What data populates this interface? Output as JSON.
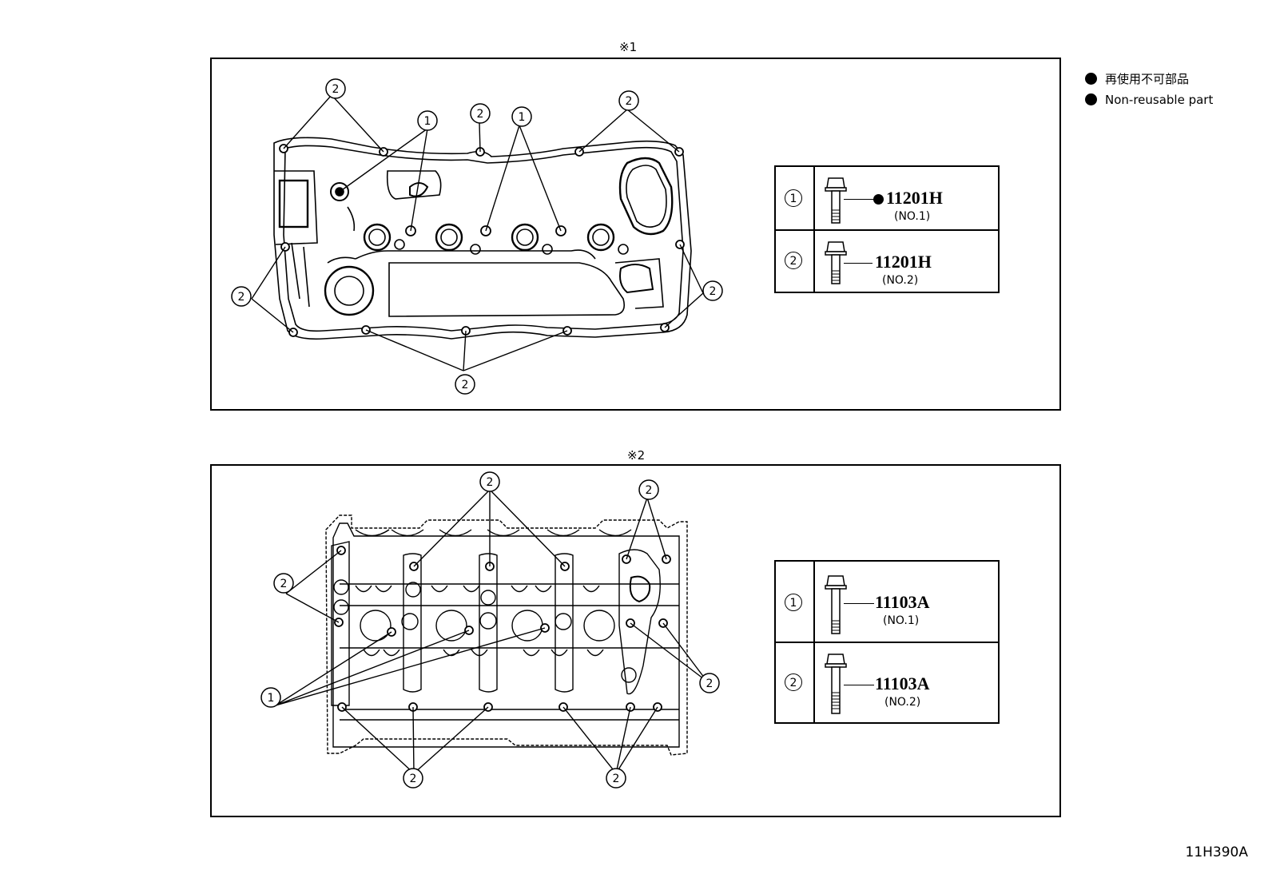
{
  "legend": {
    "items": [
      {
        "label": "再使用不可部品"
      },
      {
        "label": "Non-reusable part"
      }
    ]
  },
  "panels": [
    {
      "title": "※1",
      "parts": [
        {
          "index": "1",
          "part_no": "11201H",
          "sub": "(NO.1)",
          "non_reusable": true
        },
        {
          "index": "2",
          "part_no": "11201H",
          "sub": "(NO.2)",
          "non_reusable": false
        }
      ]
    },
    {
      "title": "※2",
      "parts": [
        {
          "index": "1",
          "part_no": "11103A",
          "sub": "(NO.1)",
          "non_reusable": false
        },
        {
          "index": "2",
          "part_no": "11103A",
          "sub": "(NO.2)",
          "non_reusable": false
        }
      ]
    }
  ],
  "callouts": {
    "one": "1",
    "two": "2"
  },
  "figure_code": "11H390A"
}
